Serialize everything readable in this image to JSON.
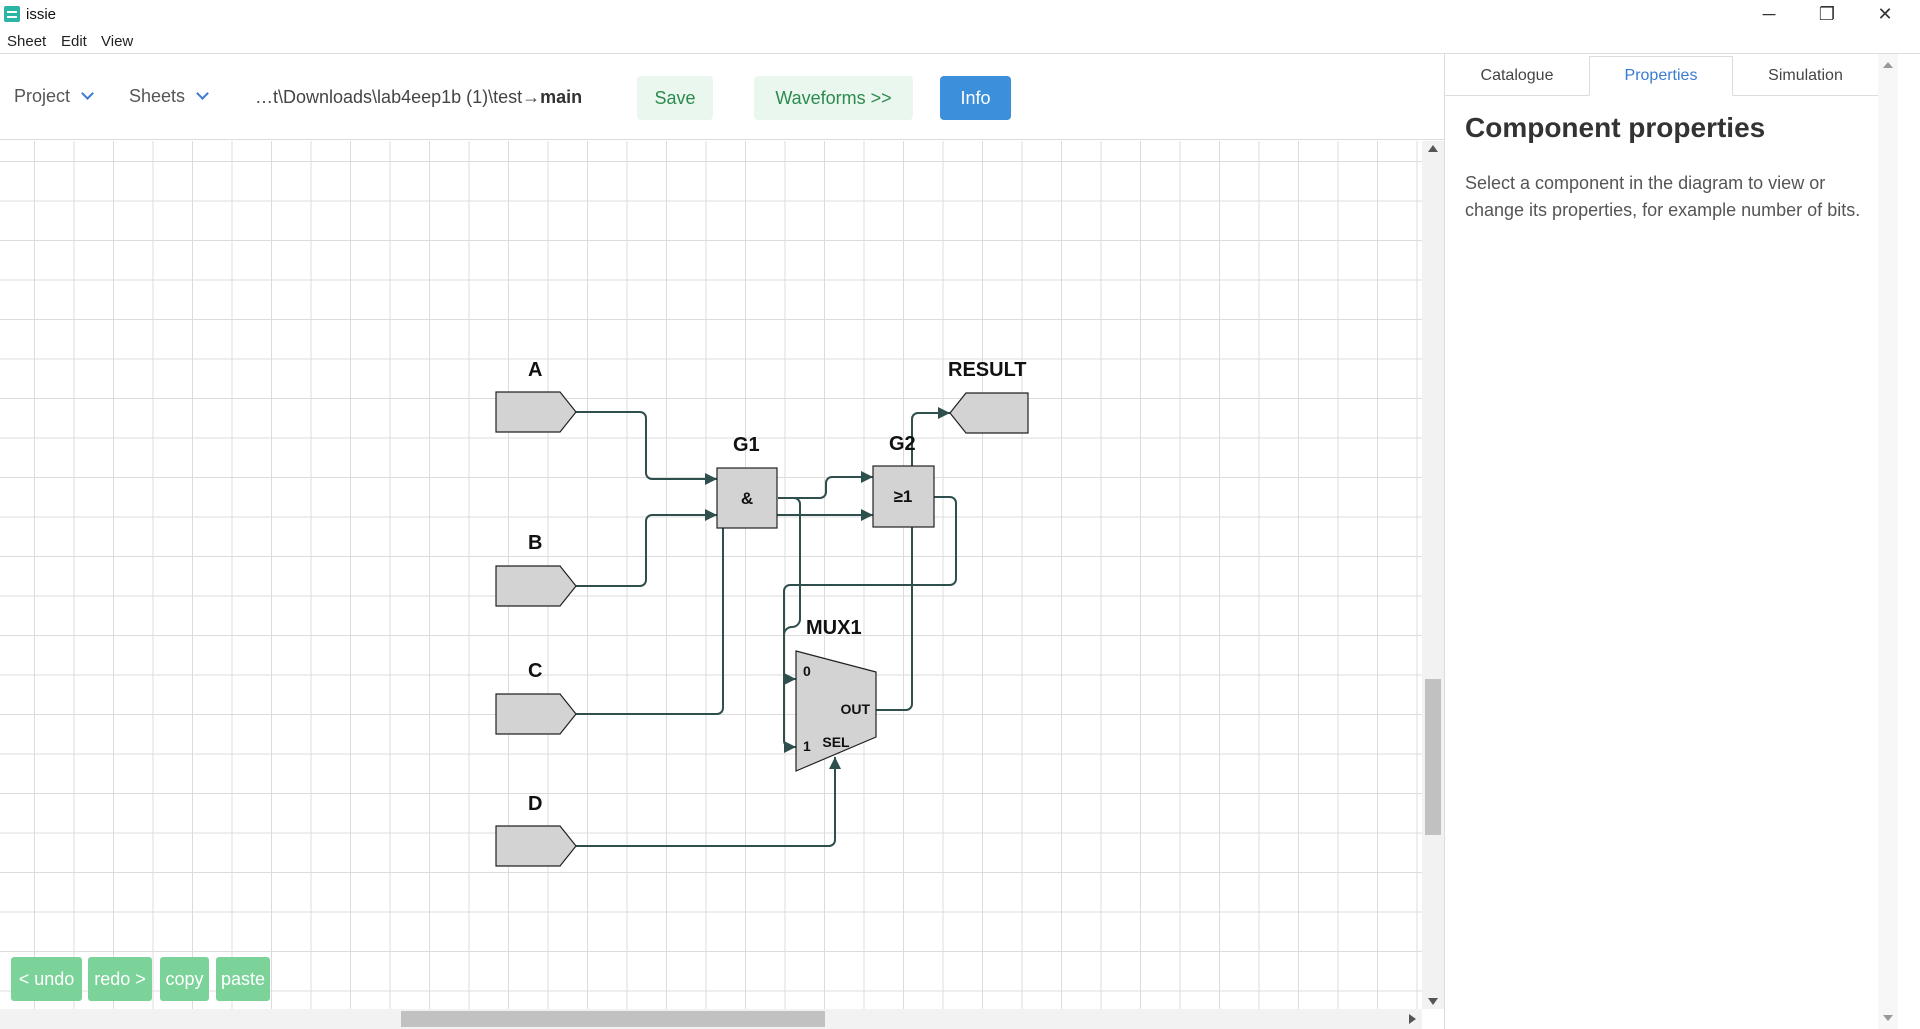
{
  "window": {
    "title": "issie",
    "icon": "issie-app-icon",
    "controls": {
      "minimize": "─",
      "maximize": "❐",
      "close": "✕"
    }
  },
  "menu": {
    "items": [
      "Sheet",
      "Edit",
      "View"
    ]
  },
  "toolbar": {
    "project_label": "Project",
    "sheets_label": "Sheets",
    "path_prefix": "…t\\Downloads\\lab4eep1b (1)\\test→",
    "path_sheet": "main",
    "save_label": "Save",
    "waveforms_label": "Waveforms >>",
    "info_label": "Info"
  },
  "diagram": {
    "labels": {
      "a": "A",
      "b": "B",
      "c": "C",
      "d": "D",
      "result": "RESULT",
      "g1": "G1",
      "g2": "G2",
      "mux1": "MUX1"
    },
    "symbols": {
      "g1": "&",
      "g2": "≥1",
      "mux_in0": "0",
      "mux_in1": "1",
      "mux_out": "OUT",
      "mux_sel": "SEL"
    }
  },
  "edit_buttons": {
    "undo": "< undo",
    "redo": "redo >",
    "copy": "copy",
    "paste": "paste"
  },
  "right_panel": {
    "tabs": [
      "Catalogue",
      "Properties",
      "Simulation"
    ],
    "active_tab": "Properties",
    "title": "Component properties",
    "text": "Select a component in the diagram to view or change its properties, for example number of bits."
  },
  "colors": {
    "wire": "#2f4f4f",
    "component_fill": "#d3d3d3",
    "accent": "#3a7bd5",
    "info_button": "#3b8fdb",
    "edit_buttons": "#7bd39a"
  }
}
